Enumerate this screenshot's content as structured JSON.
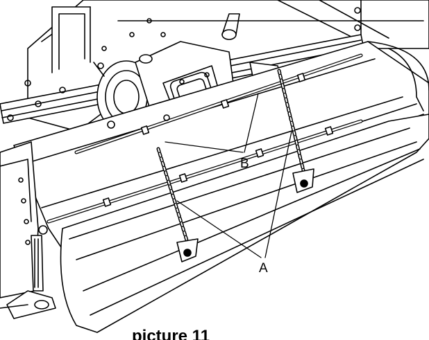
{
  "callouts": {
    "a": "A",
    "b": "B"
  },
  "caption": "picture 11",
  "colors": {
    "line": "#000000",
    "background": "#ffffff",
    "shade": "#d9d9d9"
  }
}
